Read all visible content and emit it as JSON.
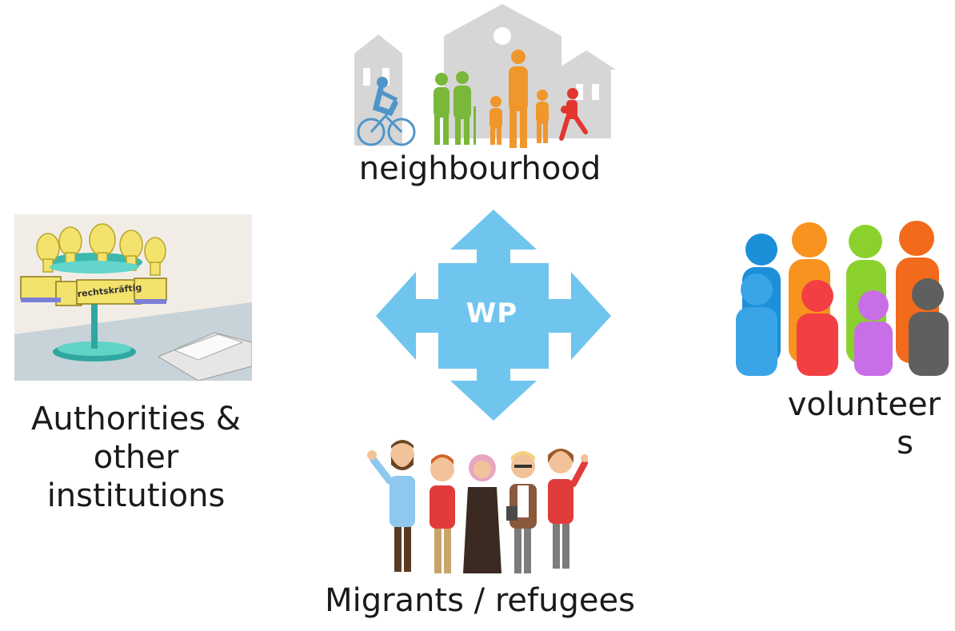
{
  "center": {
    "label": "WP",
    "color": "#6fc5ee"
  },
  "nodes": {
    "neighbourhood": {
      "label": "neighbourhood",
      "icon": "neighbourhood-illustration"
    },
    "authorities": {
      "line1": "Authorities &",
      "line2": "other",
      "line3": "institutions",
      "icon": "rubber-stamps-illustration",
      "stamp_text": "rechtskräftig"
    },
    "volunteers": {
      "line1": "volunteer",
      "line2": "s",
      "icon": "crowd-of-people-icon"
    },
    "migrants": {
      "label": "Migrants / refugees",
      "icon": "group-of-people-illustration"
    }
  }
}
